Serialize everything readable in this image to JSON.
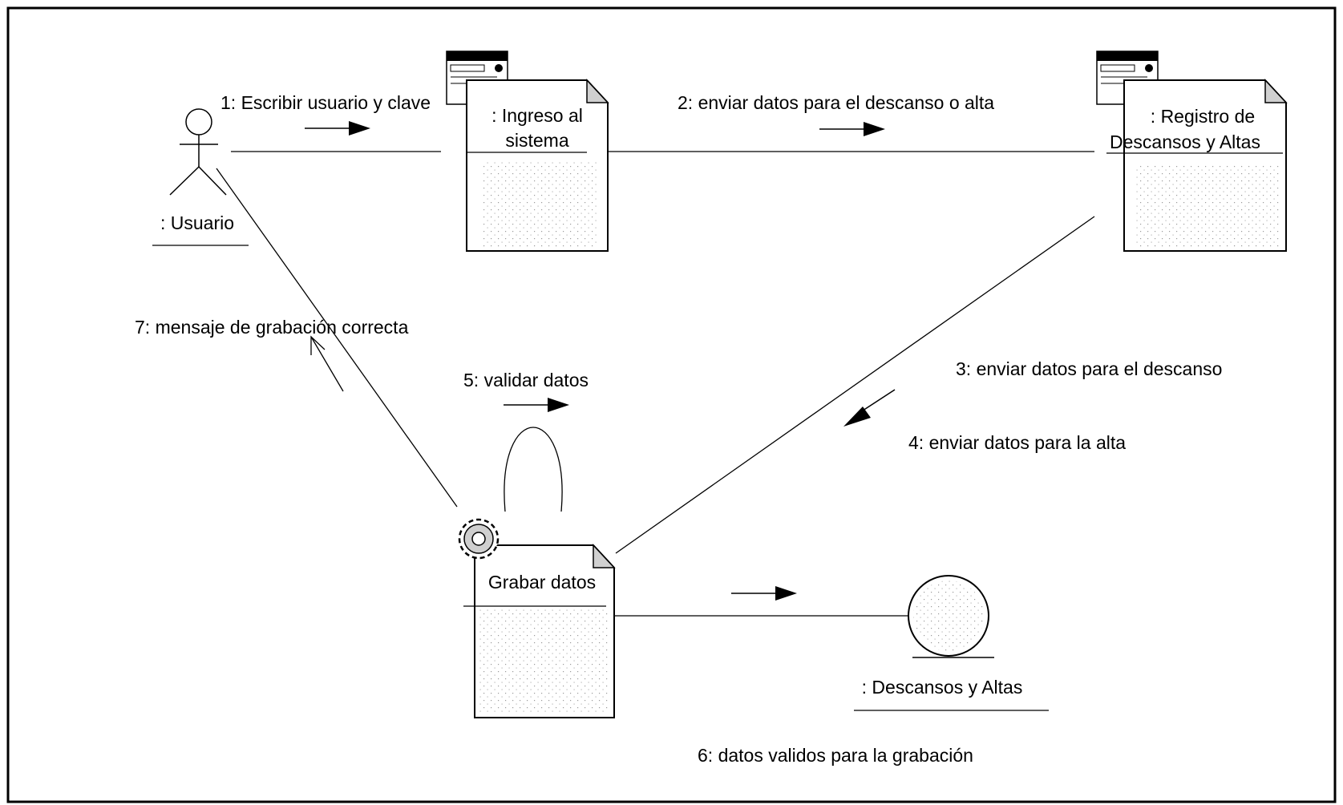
{
  "actor": {
    "label": ": Usuario"
  },
  "objects": {
    "ingreso": {
      "label_line1": ": Ingreso al",
      "label_line2": "sistema"
    },
    "registro": {
      "label_line1": ": Registro de",
      "label_line2": "Descansos y Altas"
    },
    "grabar": {
      "label": "Grabar datos"
    },
    "entity": {
      "label": ": Descansos y Altas"
    }
  },
  "messages": [
    {
      "id": "m1",
      "text": "1: Escribir usuario y clave"
    },
    {
      "id": "m2",
      "text": "2: enviar datos para el descanso o alta"
    },
    {
      "id": "m3",
      "text": "3: enviar datos para el descanso"
    },
    {
      "id": "m4",
      "text": "4: enviar datos para la alta"
    },
    {
      "id": "m5",
      "text": "5: validar datos"
    },
    {
      "id": "m6",
      "text": "6: datos validos para la grabación"
    },
    {
      "id": "m7",
      "text": "7: mensaje de grabación correcta"
    }
  ],
  "icons": {
    "boundary": "form-window-icon",
    "control": "gear-icon",
    "entity": "entity-circle-icon",
    "actor": "stick-figure-icon"
  },
  "colors": {
    "line": "#000000",
    "background": "#ffffff",
    "fold": "#d0d0d0"
  }
}
